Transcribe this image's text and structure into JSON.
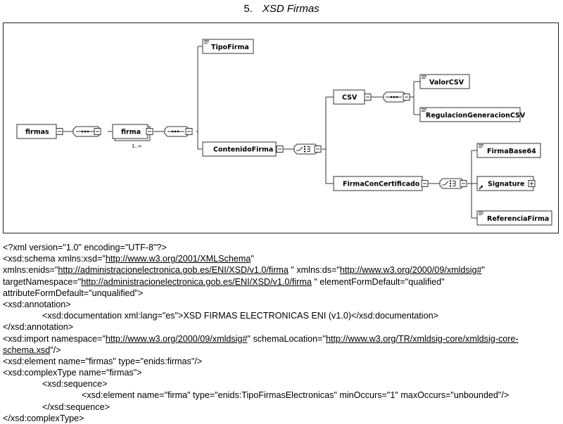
{
  "heading": {
    "number": "5.",
    "title": "XSD Firmas"
  },
  "diagram": {
    "nodes": {
      "firmas": "firmas",
      "firma": "firma",
      "firma_occurs": "1..∞",
      "tipo_firma": "TipoFirma",
      "contenido_firma": "ContenidoFirma",
      "csv": "CSV",
      "valor_csv": "ValorCSV",
      "regulacion": "RegulacionGeneracionCSV",
      "firma_con_certificado": "FirmaConCertificado",
      "firma_base64": "FirmaBase64",
      "signature": "Signature",
      "referencia_firma": "ReferenciaFirma"
    },
    "icons": {
      "sequence": "sequence-compositor-icon",
      "choice": "choice-compositor-icon",
      "collapse": "minus-box",
      "expand": "plus-box",
      "annotation": "documentation-lines",
      "reference": "reference-arrow"
    }
  },
  "code": {
    "lines": [
      {
        "indent": 0,
        "parts": [
          {
            "t": "<?xml version=\"1.0\" encoding=\"UTF-8\"?>"
          }
        ]
      },
      {
        "indent": 0,
        "parts": [
          {
            "t": "<xsd:schema xmlns:xsd=\""
          },
          {
            "t": "http://www.w3.org/2001/XMLSchema",
            "link": true
          },
          {
            "t": "\""
          }
        ]
      },
      {
        "indent": 0,
        "parts": [
          {
            "t": "xmlns:enids=\""
          },
          {
            "t": "http://administracionelectronica.gob.es/ENI/XSD/v1.0/firma",
            "link": true
          },
          {
            "t": " \" xmlns:ds=\""
          },
          {
            "t": "http://www.w3.org/2000/09/xmldsig#",
            "link": true
          },
          {
            "t": "\""
          }
        ]
      },
      {
        "indent": 0,
        "parts": [
          {
            "t": "targetNamespace=\""
          },
          {
            "t": "http://administracionelectronica.gob.es/ENI/XSD/v1.0/firma",
            "link": true
          },
          {
            "t": " \" elementFormDefault=\"qualified\""
          }
        ]
      },
      {
        "indent": 0,
        "parts": [
          {
            "t": "attributeFormDefault=\"unqualified\">"
          }
        ]
      },
      {
        "indent": 0,
        "parts": [
          {
            "t": "<xsd:annotation>"
          }
        ]
      },
      {
        "indent": 1,
        "parts": [
          {
            "t": "<xsd:documentation xml:lang=\"es\">XSD FIRMAS ELECTRONICAS ENI (v1.0)</xsd:documentation>"
          }
        ]
      },
      {
        "indent": 0,
        "parts": [
          {
            "t": "</xsd:annotation>"
          }
        ]
      },
      {
        "indent": 0,
        "parts": [
          {
            "t": "<xsd:import namespace=\""
          },
          {
            "t": "http://www.w3.org/2000/09/xmldsig#",
            "link": true
          },
          {
            "t": "\" schemaLocation=\""
          },
          {
            "t": "http://www.w3.org/TR/xmldsig-core/xmldsig-core-",
            "link": true
          }
        ]
      },
      {
        "indent": 0,
        "parts": [
          {
            "t": "schema.xsd",
            "link": true
          },
          {
            "t": "\"/>"
          }
        ]
      },
      {
        "indent": 0,
        "parts": [
          {
            "t": "<xsd:element name=\"firmas\" type=\"enids:firmas\"/>"
          }
        ]
      },
      {
        "indent": 0,
        "parts": [
          {
            "t": "<xsd:complexType name=\"firmas\">"
          }
        ]
      },
      {
        "indent": 1,
        "parts": [
          {
            "t": "<xsd:sequence>"
          }
        ]
      },
      {
        "indent": 2,
        "parts": [
          {
            "t": "<xsd:element name=\"firma\" type=\"enids:TipoFirmasElectronicas\" minOccurs=\"1\" maxOccurs=\"unbounded\"/>"
          }
        ]
      },
      {
        "indent": 1,
        "parts": [
          {
            "t": "</xsd:sequence>"
          }
        ]
      },
      {
        "indent": 0,
        "parts": [
          {
            "t": "</xsd:complexType>"
          }
        ]
      }
    ]
  }
}
